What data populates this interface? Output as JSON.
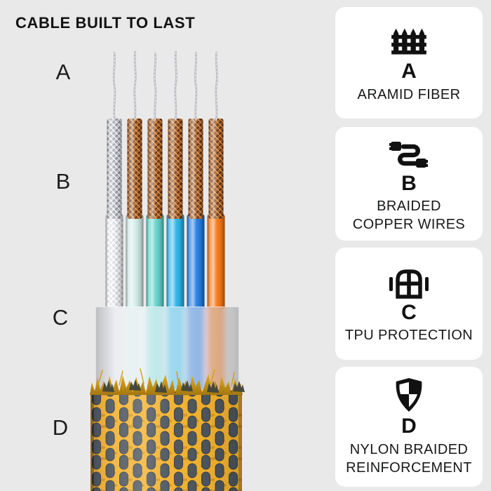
{
  "title": "CABLE BUILT TO LAST",
  "diagram": {
    "layer_labels": [
      {
        "letter": "A",
        "layer": "aramid-fiber-strands"
      },
      {
        "letter": "B",
        "layer": "braided-copper-wires"
      },
      {
        "letter": "C",
        "layer": "tpu-protection"
      },
      {
        "letter": "D",
        "layer": "nylon-braided-reinforcement"
      }
    ],
    "colors": {
      "background": "#EAE9EA",
      "copper_braid": "#AB5D23",
      "silver_braid": "#C7C8CF",
      "wire_white": "#E8E9EE",
      "wire_pale_mint": "#CDEAE5",
      "wire_aqua": "#5CD2CA",
      "wire_cyan": "#23B2E7",
      "wire_blue": "#1B78E0",
      "wire_orange": "#F7720F",
      "tpu_frost": "#EEF0F4",
      "nylon_yellow": "#F1B12E",
      "nylon_stitch": "#4B545C",
      "fray_gold": "#D8A222"
    }
  },
  "cards": [
    {
      "letter": "A",
      "caption": "ARAMID FIBER",
      "icon": "fence-icon"
    },
    {
      "letter": "B",
      "caption": "BRAIDED COPPER WIRES",
      "icon": "cable-plugs-icon"
    },
    {
      "letter": "C",
      "caption": "TPU PROTECTION",
      "icon": "armored-window-icon"
    },
    {
      "letter": "D",
      "caption": "NYLON BRAIDED REINFORCEMENT",
      "icon": "checkered-shield-icon"
    }
  ]
}
